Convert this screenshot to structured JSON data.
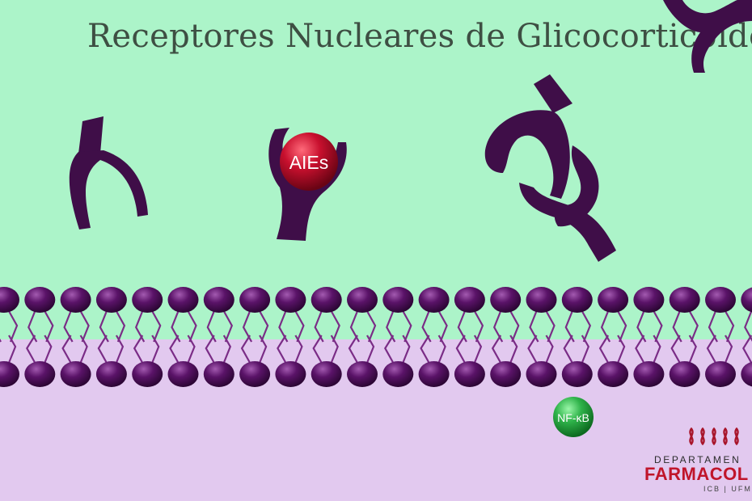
{
  "slide": {
    "title": "Receptores Nucleares de Glicocorticoides",
    "colors": {
      "extracellular": "#acf4c9",
      "intracellular": "#e2c9ef",
      "receptor": "#3f0e48",
      "lipid_head": "#5a1368",
      "lipid_tail": "#7a2c86"
    }
  },
  "molecules": {
    "aies_label": "AIEs",
    "aies_color": "#c8102e",
    "nfkb_label": "NF-κB",
    "nfkb_color": "#2fb34a"
  },
  "logo": {
    "department": "DEPARTAMEN",
    "name": "FARMACOL",
    "institution": "ICB | UFMG",
    "emblem": "dna-helix-icon"
  }
}
